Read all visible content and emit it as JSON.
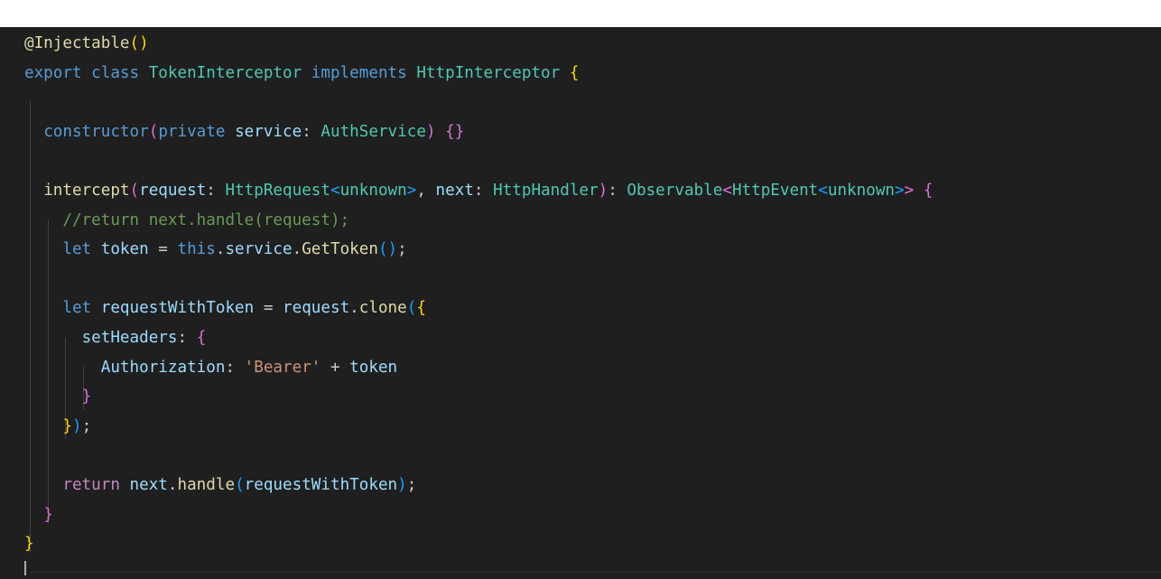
{
  "editor": {
    "language": "typescript",
    "colors": {
      "background": "#1f1f1f",
      "keyword": "#569cd6",
      "control": "#c586c0",
      "function": "#dcdcaa",
      "type": "#4ec9b0",
      "variable": "#9cdcfe",
      "string": "#ce9178",
      "comment": "#6a9955",
      "bracket_level_1": "#ffd700",
      "bracket_level_2": "#da70d6",
      "bracket_level_3": "#179fff"
    },
    "lines": [
      [
        [
          "@Injectable",
          "dec"
        ],
        [
          "()",
          "b1"
        ]
      ],
      [
        [
          "export",
          "kw"
        ],
        [
          " ",
          "pl"
        ],
        [
          "class",
          "kw"
        ],
        [
          " ",
          "pl"
        ],
        [
          "TokenInterceptor",
          "ty"
        ],
        [
          " ",
          "pl"
        ],
        [
          "implements",
          "kw"
        ],
        [
          " ",
          "pl"
        ],
        [
          "HttpInterceptor",
          "ty"
        ],
        [
          " ",
          "pl"
        ],
        [
          "{",
          "b1"
        ]
      ],
      [],
      [
        [
          "  ",
          "pl"
        ],
        [
          "constructor",
          "kw"
        ],
        [
          "(",
          "b2"
        ],
        [
          "private",
          "kw"
        ],
        [
          " ",
          "pl"
        ],
        [
          "service",
          "var"
        ],
        [
          ": ",
          "pl"
        ],
        [
          "AuthService",
          "ty"
        ],
        [
          ")",
          "b2"
        ],
        [
          " ",
          "pl"
        ],
        [
          "{}",
          "b2"
        ]
      ],
      [],
      [
        [
          "  ",
          "pl"
        ],
        [
          "intercept",
          "fn"
        ],
        [
          "(",
          "b2"
        ],
        [
          "request",
          "var"
        ],
        [
          ": ",
          "pl"
        ],
        [
          "HttpRequest",
          "ty"
        ],
        [
          "<",
          "b3"
        ],
        [
          "unknown",
          "ty"
        ],
        [
          ">",
          "b3"
        ],
        [
          ", ",
          "pl"
        ],
        [
          "next",
          "var"
        ],
        [
          ": ",
          "pl"
        ],
        [
          "HttpHandler",
          "ty"
        ],
        [
          ")",
          "b2"
        ],
        [
          ": ",
          "pl"
        ],
        [
          "Observable",
          "ty"
        ],
        [
          "<",
          "b2"
        ],
        [
          "HttpEvent",
          "ty"
        ],
        [
          "<",
          "b3"
        ],
        [
          "unknown",
          "ty"
        ],
        [
          ">",
          "b3"
        ],
        [
          ">",
          "b2"
        ],
        [
          " ",
          "pl"
        ],
        [
          "{",
          "b2"
        ]
      ],
      [
        [
          "    ",
          "pl"
        ],
        [
          "//return next.handle(request);",
          "cm"
        ]
      ],
      [
        [
          "    ",
          "pl"
        ],
        [
          "let",
          "kw"
        ],
        [
          " ",
          "pl"
        ],
        [
          "token",
          "var"
        ],
        [
          " = ",
          "pl"
        ],
        [
          "this",
          "kw"
        ],
        [
          ".",
          "pl"
        ],
        [
          "service",
          "var"
        ],
        [
          ".",
          "pl"
        ],
        [
          "GetToken",
          "fn"
        ],
        [
          "()",
          "b3"
        ],
        [
          ";",
          "pl"
        ]
      ],
      [],
      [
        [
          "    ",
          "pl"
        ],
        [
          "let",
          "kw"
        ],
        [
          " ",
          "pl"
        ],
        [
          "requestWithToken",
          "var"
        ],
        [
          " = ",
          "pl"
        ],
        [
          "request",
          "var"
        ],
        [
          ".",
          "pl"
        ],
        [
          "clone",
          "fn"
        ],
        [
          "(",
          "b3"
        ],
        [
          "{",
          "b1"
        ]
      ],
      [
        [
          "      ",
          "pl"
        ],
        [
          "setHeaders",
          "var"
        ],
        [
          ": ",
          "pl"
        ],
        [
          "{",
          "b2"
        ]
      ],
      [
        [
          "        ",
          "pl"
        ],
        [
          "Authorization",
          "var"
        ],
        [
          ": ",
          "pl"
        ],
        [
          "'Bearer'",
          "str"
        ],
        [
          " + ",
          "pl"
        ],
        [
          "token",
          "var"
        ]
      ],
      [
        [
          "      ",
          "pl"
        ],
        [
          "}",
          "b2"
        ]
      ],
      [
        [
          "    ",
          "pl"
        ],
        [
          "}",
          "b1"
        ],
        [
          ")",
          "b3"
        ],
        [
          ";",
          "pl"
        ]
      ],
      [],
      [
        [
          "    ",
          "pl"
        ],
        [
          "return",
          "ctl"
        ],
        [
          " ",
          "pl"
        ],
        [
          "next",
          "var"
        ],
        [
          ".",
          "pl"
        ],
        [
          "handle",
          "fn"
        ],
        [
          "(",
          "b3"
        ],
        [
          "requestWithToken",
          "var"
        ],
        [
          ")",
          "b3"
        ],
        [
          ";",
          "pl"
        ]
      ],
      [
        [
          "  ",
          "pl"
        ],
        [
          "}",
          "b2"
        ]
      ],
      [
        [
          "}",
          "b1"
        ]
      ]
    ]
  }
}
